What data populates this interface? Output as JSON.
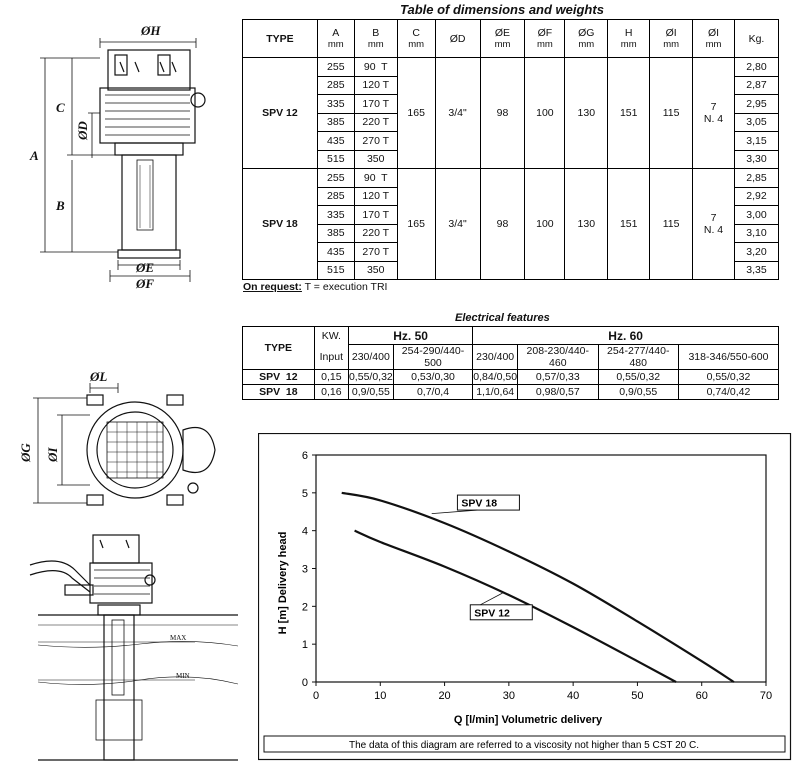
{
  "dimensions": {
    "title": "Table of dimensions and weights",
    "headers": [
      {
        "name": "TYPE",
        "unit": ""
      },
      {
        "name": "A",
        "unit": "mm"
      },
      {
        "name": "B",
        "unit": "mm"
      },
      {
        "name": "C",
        "unit": "mm"
      },
      {
        "name": "ØD",
        "unit": ""
      },
      {
        "name": "ØE",
        "unit": "mm"
      },
      {
        "name": "ØF",
        "unit": "mm"
      },
      {
        "name": "ØG",
        "unit": "mm"
      },
      {
        "name": "H",
        "unit": "mm"
      },
      {
        "name": "ØI",
        "unit": "mm"
      },
      {
        "name": "ØI",
        "unit": "mm"
      },
      {
        "name": "Kg.",
        "unit": ""
      }
    ],
    "groups": [
      {
        "type": "SPV 12",
        "C": "165",
        "D": "3/4\"",
        "E": "98",
        "F": "100",
        "G": "130",
        "H": "151",
        "I": "115",
        "L_top": "7",
        "L_bottom": "N. 4",
        "rows": [
          {
            "A": "255",
            "B": "90  T",
            "kg": "2,80"
          },
          {
            "A": "285",
            "B": "120 T",
            "kg": "2,87"
          },
          {
            "A": "335",
            "B": "170 T",
            "kg": "2,95"
          },
          {
            "A": "385",
            "B": "220 T",
            "kg": "3,05"
          },
          {
            "A": "435",
            "B": "270 T",
            "kg": "3,15"
          },
          {
            "A": "515",
            "B": "350",
            "kg": "3,30"
          }
        ]
      },
      {
        "type": "SPV 18",
        "C": "165",
        "D": "3/4\"",
        "E": "98",
        "F": "100",
        "G": "130",
        "H": "151",
        "I": "115",
        "L_top": "7",
        "L_bottom": "N. 4",
        "rows": [
          {
            "A": "255",
            "B": "90  T",
            "kg": "2,85"
          },
          {
            "A": "285",
            "B": "120 T",
            "kg": "2,92"
          },
          {
            "A": "335",
            "B": "170 T",
            "kg": "3,00"
          },
          {
            "A": "385",
            "B": "220 T",
            "kg": "3,10"
          },
          {
            "A": "435",
            "B": "270 T",
            "kg": "3,20"
          },
          {
            "A": "515",
            "B": "350",
            "kg": "3,35"
          }
        ]
      }
    ],
    "note_label": "On request:",
    "note_text": " T = execution TRI"
  },
  "electrical": {
    "title": "Electrical features",
    "type_label": "TYPE",
    "kw_label": "KW.",
    "input_label": "Input",
    "hz50": "Hz. 50",
    "hz60": "Hz. 60",
    "voltages": [
      "230/400",
      "254-290/440-500",
      "230/400",
      "208-230/440-460",
      "254-277/440-480",
      "318-346/550-600"
    ],
    "rows": [
      {
        "type": "SPV  12",
        "kw": "0,15",
        "values": [
          "0,55/0,32",
          "0,53/0,30",
          "0,84/0,50",
          "0,57/0,33",
          "0,55/0,32",
          "0,55/0,32"
        ]
      },
      {
        "type": "SPV  18",
        "kw": "0,16",
        "values": [
          "0,9/0,55",
          "0,7/0,4",
          "1,1/0,64",
          "0,98/0,57",
          "0,9/0,55",
          "0,74/0,42"
        ]
      }
    ]
  },
  "drawings": {
    "labels": {
      "H": "ØH",
      "C": "C",
      "D": "ØD",
      "A": "A",
      "B": "B",
      "E": "ØE",
      "F": "ØF",
      "L": "ØL",
      "G": "ØG",
      "I": "ØI",
      "max": "MAX",
      "min": "MIN"
    }
  },
  "chart_data": {
    "type": "line",
    "xlabel": "Q [l/min] Volumetric delivery",
    "ylabel": "H [m] Delivery head",
    "xlim": [
      0,
      70
    ],
    "ylim": [
      0,
      6
    ],
    "xticks": [
      0,
      10,
      20,
      30,
      40,
      50,
      60,
      70
    ],
    "yticks": [
      0,
      1,
      2,
      3,
      4,
      5,
      6
    ],
    "grid": false,
    "series": [
      {
        "name": "SPV 18",
        "x": [
          4,
          10,
          20,
          30,
          40,
          50,
          60,
          65
        ],
        "y": [
          5.0,
          4.8,
          4.2,
          3.45,
          2.6,
          1.6,
          0.55,
          0.0
        ]
      },
      {
        "name": "SPV 12",
        "x": [
          6,
          10,
          20,
          30,
          40,
          50,
          56
        ],
        "y": [
          4.0,
          3.7,
          3.05,
          2.3,
          1.45,
          0.55,
          0.0
        ]
      }
    ],
    "footnote": "The data of this diagram are referred to a viscosity not higher than 5 CST 20  C."
  }
}
